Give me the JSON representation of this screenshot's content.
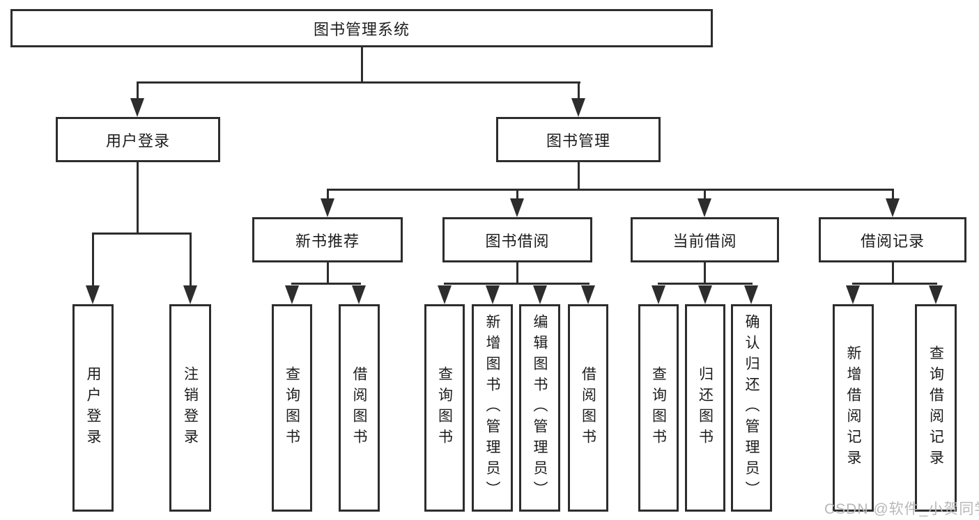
{
  "diagram": {
    "title": "图书管理系统",
    "type": "hierarchy-tree",
    "colors": {
      "line": "#2d2d2d",
      "text": "#1c1c1c",
      "watermark": "#b8b8b8",
      "background": "#ffffff"
    },
    "tree": {
      "label": "图书管理系统",
      "children": [
        {
          "label": "用户登录",
          "children": [
            {
              "label": "用户登录"
            },
            {
              "label": "注销登录"
            }
          ]
        },
        {
          "label": "图书管理",
          "children": [
            {
              "label": "新书推荐",
              "children": [
                {
                  "label": "查询图书"
                },
                {
                  "label": "借阅图书"
                }
              ]
            },
            {
              "label": "图书借阅",
              "children": [
                {
                  "label": "查询图书"
                },
                {
                  "label": "新增图书（管理员）"
                },
                {
                  "label": "编辑图书（管理员）"
                },
                {
                  "label": "借阅图书"
                }
              ]
            },
            {
              "label": "当前借阅",
              "children": [
                {
                  "label": "查询图书"
                },
                {
                  "label": "归还图书"
                },
                {
                  "label": "确认归还（管理员）"
                }
              ]
            },
            {
              "label": "借阅记录",
              "children": [
                {
                  "label": "新增借阅记录"
                },
                {
                  "label": "查询借阅记录"
                }
              ]
            }
          ]
        }
      ]
    }
  },
  "watermark": {
    "text": "CSDN @软件_小贺同学"
  }
}
